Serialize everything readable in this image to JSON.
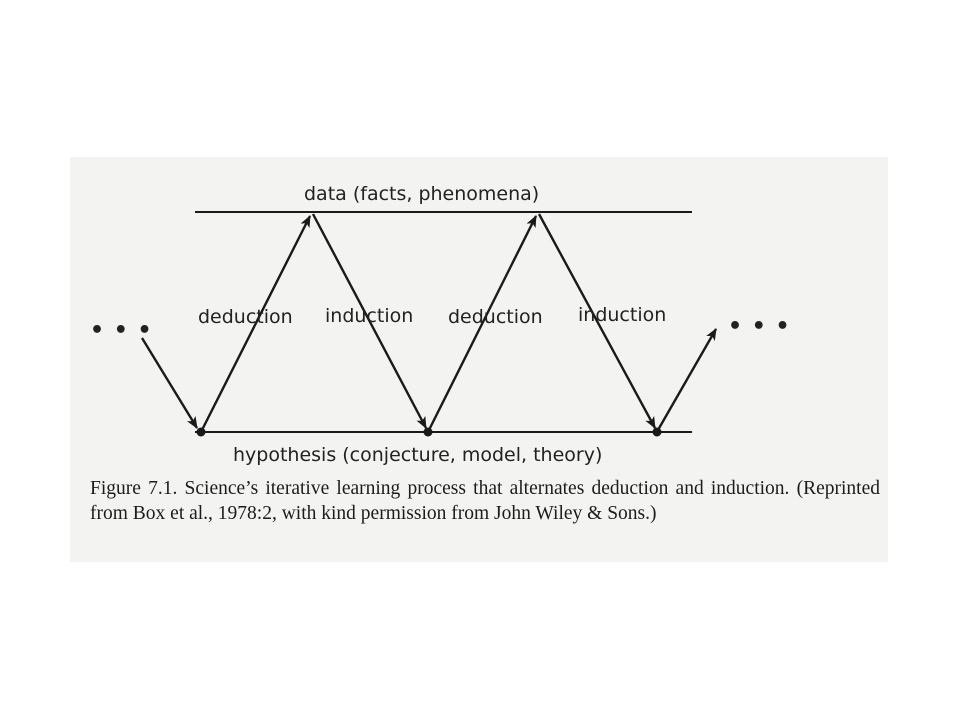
{
  "diagram": {
    "top_label": "data (facts, phenomena)",
    "bottom_label": "hypothesis (conjecture, model, theory)",
    "arrow_labels": [
      "deduction",
      "induction",
      "deduction",
      "induction"
    ],
    "ellipsis_left": "• • •",
    "ellipsis_right": "• • •"
  },
  "caption": "Figure 7.1. Science’s iterative learning process that alternates deduction and induction. (Reprinted from Box et al., 1978:2, with kind permission from John Wiley & Sons.)",
  "colors": {
    "ink": "#1a1a1a",
    "paper": "#f3f3f1"
  }
}
